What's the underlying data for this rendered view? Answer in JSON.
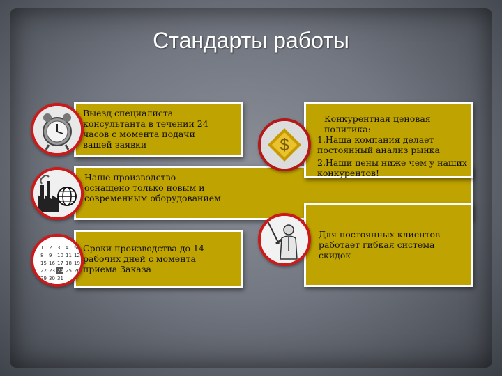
{
  "title": "Стандарты работы",
  "cards": {
    "c1": {
      "text": "Выезд специалиста консультанта в течении 24 часов с момента подачи вашей заявки"
    },
    "c2": {
      "text": "Наше производство оснащено только новым и современным оборудованием"
    },
    "c3": {
      "text": "Сроки производства до 14 рабочих дней с момента приема Заказа"
    },
    "c4": {
      "lines": [
        "Конкурентная ценовая политика:",
        "1.Наша компания делает постоянный анализ рынка",
        "2.Наши цены ниже чем у наших конкурентов!"
      ]
    },
    "c5": {
      "text": "Для постоянных клиентов работает гибкая система скидок"
    }
  },
  "icons": {
    "clock": "alarm-clock-icon",
    "factory": "factory-globe-icon",
    "calendar": "calendar-icon",
    "dollar": "dollar-icon",
    "presenter": "presenter-icon",
    "dollar_sign": "$",
    "calendar_rows": [
      [
        "1",
        "2",
        "3",
        "4",
        "5"
      ],
      [
        "8",
        "9",
        "10",
        "11",
        "12"
      ],
      [
        "15",
        "16",
        "17",
        "18",
        "19"
      ],
      [
        "22",
        "23",
        "24",
        "25",
        "26"
      ],
      [
        "29",
        "30",
        "31"
      ]
    ]
  },
  "colors": {
    "card": "#bfa300",
    "circle_border": "#cc1a1a",
    "title": "#ffffff"
  }
}
